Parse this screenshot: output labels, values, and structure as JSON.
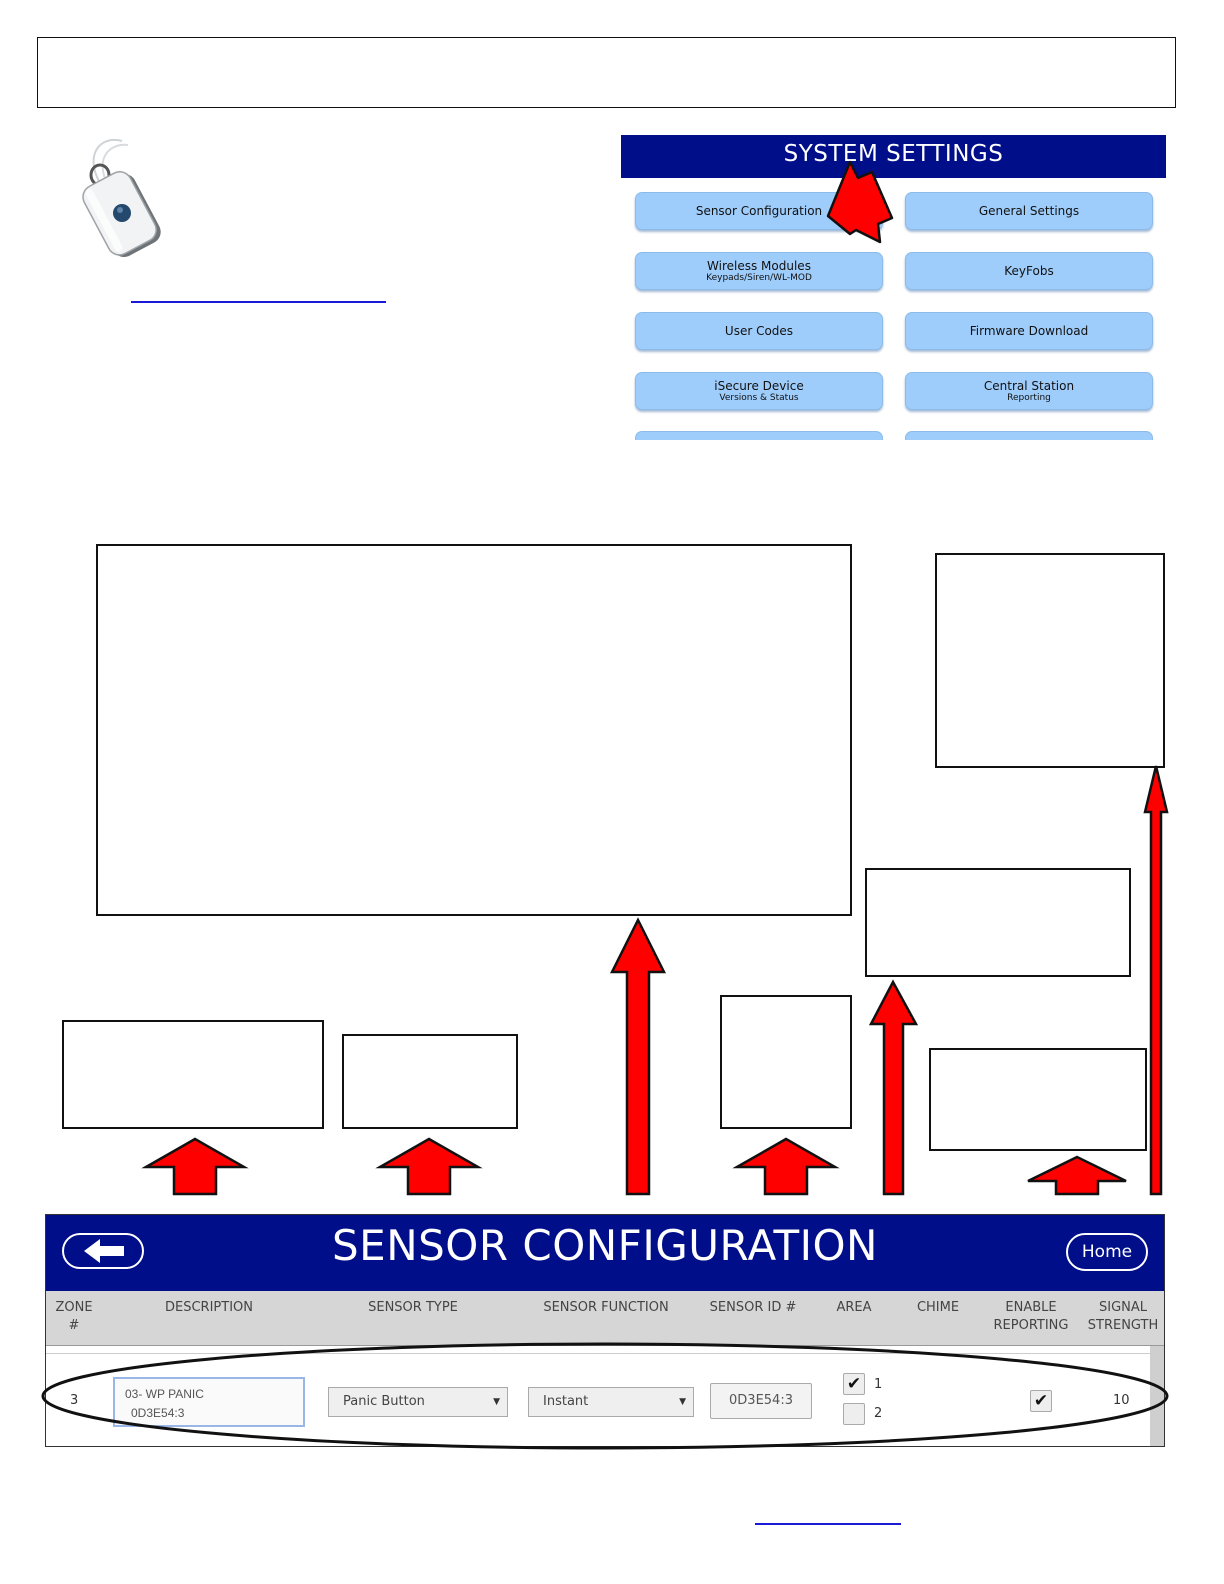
{
  "system_settings": {
    "title": "SYSTEM SETTINGS",
    "buttons": {
      "sensor_configuration": "Sensor Configuration",
      "general_settings": "General Settings",
      "wireless_modules": "Wireless Modules",
      "wireless_modules_sub": "Keypads/Siren/WL-MOD",
      "keyfobs": "KeyFobs",
      "user_codes": "User Codes",
      "firmware_download": "Firmware Download",
      "isecure_device": "iSecure Device",
      "isecure_device_sub": "Versions & Status",
      "central_station": "Central Station",
      "central_station_sub": "Reporting"
    }
  },
  "sensor_config": {
    "title": "SENSOR CONFIGURATION",
    "home_label": "Home",
    "columns": {
      "zone_line1": "ZONE",
      "zone_line2": "#",
      "description": "DESCRIPTION",
      "sensor_type": "SENSOR TYPE",
      "sensor_function": "SENSOR FUNCTION",
      "sensor_id": "SENSOR ID #",
      "area": "AREA",
      "chime": "CHIME",
      "enable_line1": "ENABLE",
      "enable_line2": "REPORTING",
      "signal_line1": "SIGNAL",
      "signal_line2": "STRENGTH"
    },
    "row": {
      "zone": "3",
      "description_line1": "03-  WP PANIC",
      "description_line2": "0D3E54:3",
      "sensor_type": "Panic Button",
      "sensor_function": "Instant",
      "sensor_id": "0D3E54:3",
      "area_1_label": "1",
      "area_1_checked": true,
      "area_2_label": "2",
      "area_2_checked": false,
      "enable_reporting_checked": true,
      "signal_strength": "10",
      "check_glyph": "✔"
    }
  },
  "colors": {
    "header_navy": "#000e8a",
    "button_blue": "#9fcdfb",
    "arrow_red": "#ff0000"
  },
  "icons": [
    "panic-pendant-image",
    "back-arrow-icon",
    "red-arrow-pointer",
    "red-up-arrow"
  ]
}
